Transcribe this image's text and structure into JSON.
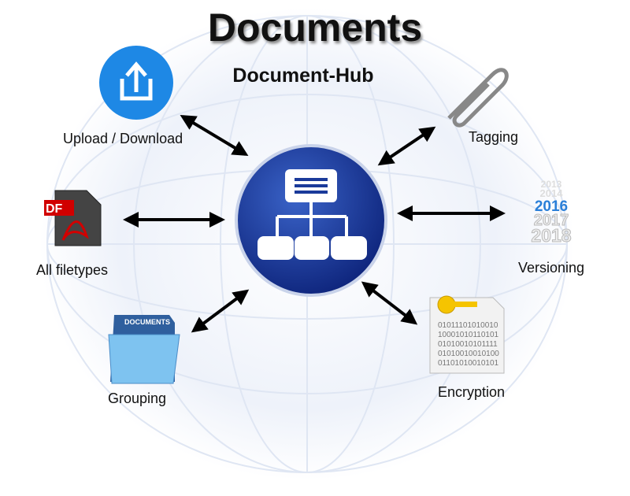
{
  "title": "Documents",
  "subtitle": "Document-Hub",
  "nodes": {
    "upload": "Upload / Download",
    "filetypes": "All filetypes",
    "grouping": "Grouping",
    "tagging": "Tagging",
    "versioning": "Versioning",
    "encryption": "Encryption"
  },
  "pdf_text": "DF",
  "folder_text": "DOCUMENTS",
  "years": [
    "2016",
    "2017",
    "2018"
  ],
  "binary": [
    "01011101010010",
    "10001010110101",
    "01010010101111",
    "01010010010100",
    "01101010010101"
  ],
  "colors": {
    "hub": "#1a3a9a",
    "upload": "#1e88e5",
    "accent_year": "#2a7fd8"
  }
}
